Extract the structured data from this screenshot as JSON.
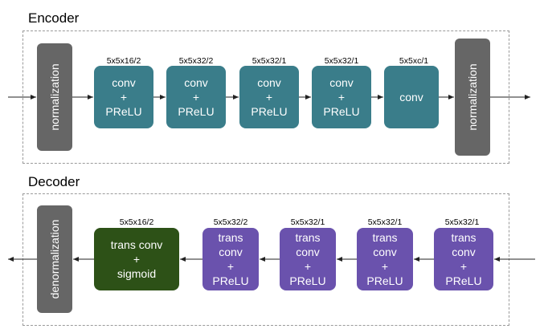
{
  "encoder": {
    "title": "Encoder",
    "normalization_in": "normalization",
    "normalization_out": "normalization",
    "blocks": [
      {
        "kernel": "5x5x16/2",
        "line1": "conv",
        "line2": "+",
        "line3": "PReLU"
      },
      {
        "kernel": "5x5x32/2",
        "line1": "conv",
        "line2": "+",
        "line3": "PReLU"
      },
      {
        "kernel": "5x5x32/1",
        "line1": "conv",
        "line2": "+",
        "line3": "PReLU"
      },
      {
        "kernel": "5x5x32/1",
        "line1": "conv",
        "line2": "+",
        "line3": "PReLU"
      },
      {
        "kernel": "5x5xc/1",
        "line1": "conv"
      }
    ]
  },
  "decoder": {
    "title": "Decoder",
    "denormalization": "denormalization",
    "output_block": {
      "kernel": "5x5x16/2",
      "line1": "trans conv",
      "line2": "+",
      "line3": "sigmoid"
    },
    "blocks": [
      {
        "kernel": "5x5x32/2",
        "line1": "trans",
        "line2": "conv",
        "line3": "+",
        "line4": "PReLU"
      },
      {
        "kernel": "5x5x32/1",
        "line1": "trans",
        "line2": "conv",
        "line3": "+",
        "line4": "PReLU"
      },
      {
        "kernel": "5x5x32/1",
        "line1": "trans",
        "line2": "conv",
        "line3": "+",
        "line4": "PReLU"
      },
      {
        "kernel": "5x5x32/1",
        "line1": "trans",
        "line2": "conv",
        "line3": "+",
        "line4": "PReLU"
      }
    ]
  },
  "colors": {
    "normalization": "#666666",
    "encoder_block": "#3a7d8a",
    "decoder_block": "#6a52ad",
    "output_block": "#2d5117"
  }
}
